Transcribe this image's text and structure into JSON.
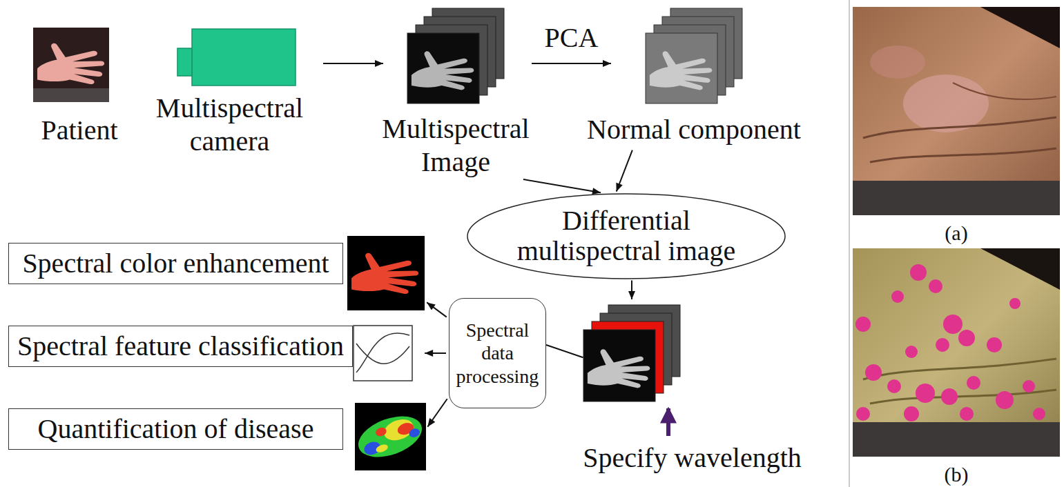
{
  "diagram": {
    "nodes": [
      {
        "text": [
          "Patient"
        ]
      },
      {
        "text": [
          "Multispectral camera"
        ]
      },
      {
        "text": [
          "Multispectral Image"
        ]
      },
      {
        "text": [
          "Normal component"
        ]
      },
      {
        "text": [
          "Differential multispectral image"
        ]
      },
      {
        "text": [
          "Spectral color enhancement"
        ]
      },
      {
        "text": [
          "Spectral data processing"
        ]
      },
      {
        "text": [
          "Spectral feature classification"
        ]
      },
      {
        "text": [
          "Quantification of disease"
        ]
      },
      {
        "text": [
          "Specify wavelength"
        ]
      }
    ],
    "edges": [
      {
        "from": 1,
        "to": 2,
        "arrow": "to"
      },
      {
        "from": 2,
        "to": 3,
        "label": "PCA",
        "arrow": "to"
      },
      {
        "from": 2,
        "to": 4,
        "arrow": "to"
      },
      {
        "from": 3,
        "to": 4,
        "arrow": "to"
      },
      {
        "from": 4,
        "to": 9,
        "arrow": "to"
      },
      {
        "from": 9,
        "to": 6,
        "arrow": "none"
      },
      {
        "from": 6,
        "to": 5,
        "arrow": "to"
      },
      {
        "from": 6,
        "to": 7,
        "arrow": "to"
      },
      {
        "from": 6,
        "to": 8,
        "arrow": "to"
      }
    ],
    "labels": [
      "(a)",
      "(b)"
    ]
  }
}
